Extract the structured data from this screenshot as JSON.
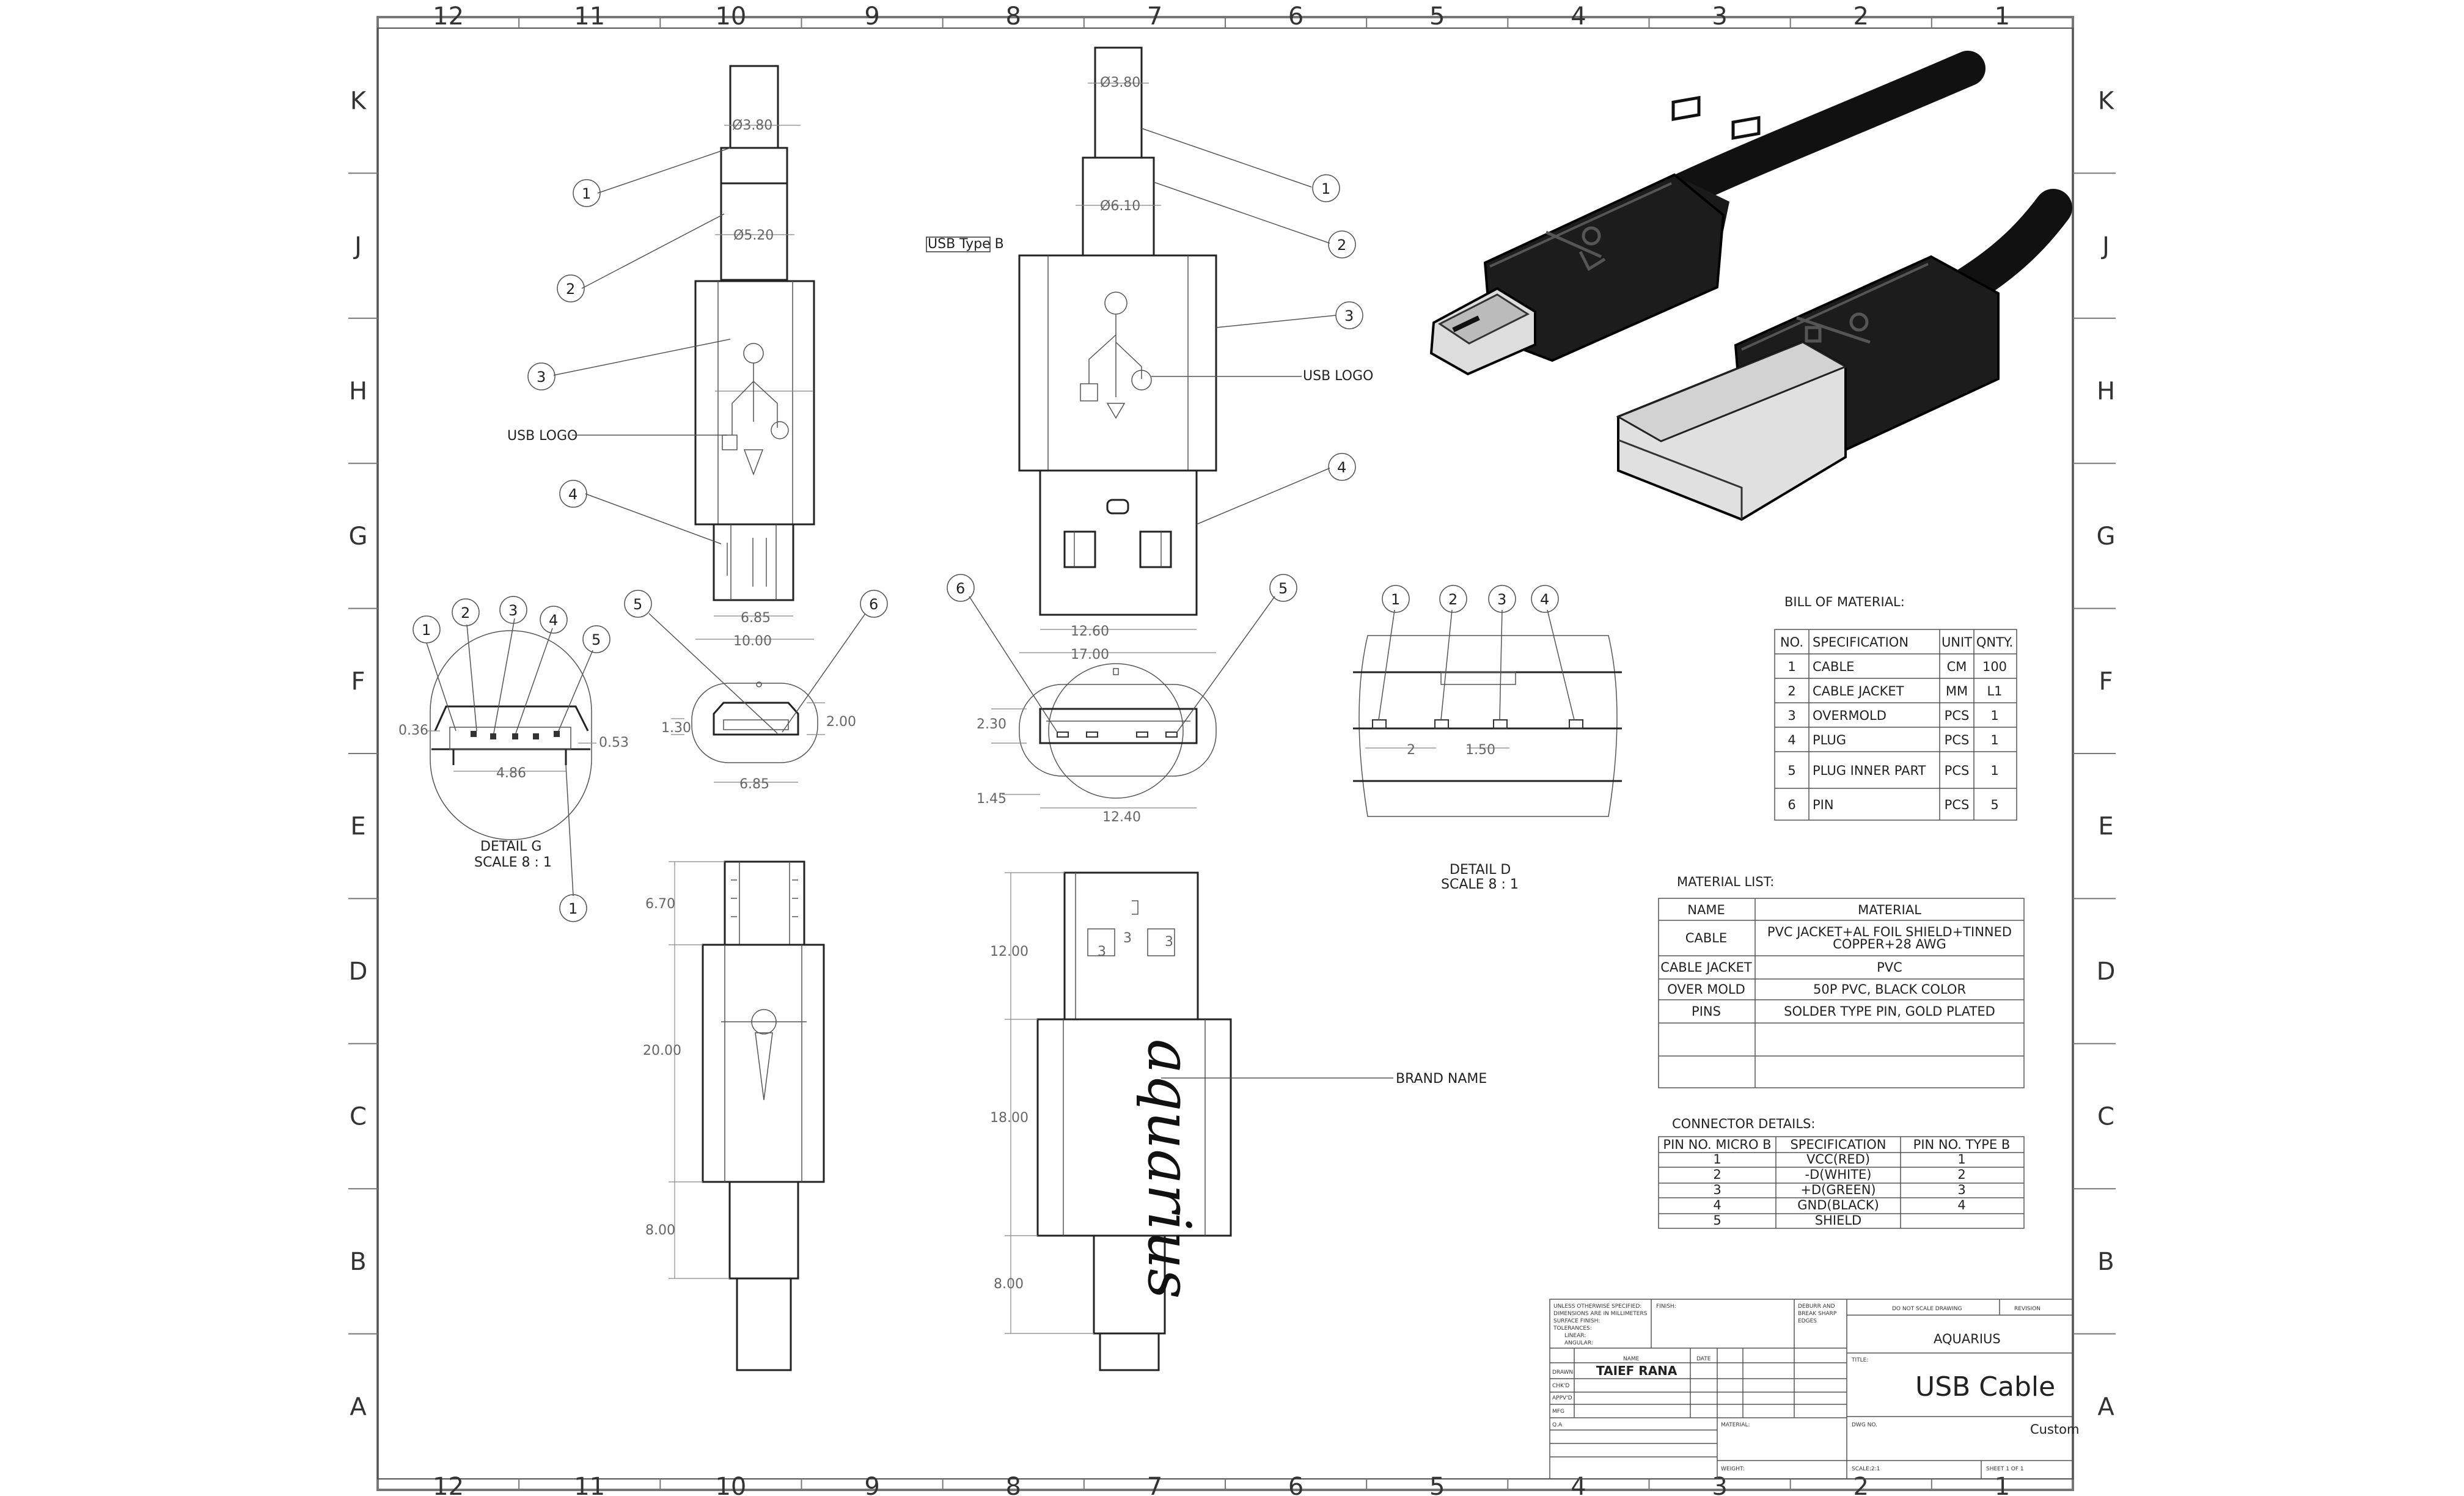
{
  "zones": {
    "columns": [
      "12",
      "11",
      "10",
      "9",
      "8",
      "7",
      "6",
      "5",
      "4",
      "3",
      "2",
      "1"
    ],
    "rows": [
      "K",
      "J",
      "H",
      "G",
      "F",
      "E",
      "D",
      "C",
      "B",
      "A"
    ]
  },
  "view_side": {
    "dims": {
      "d1": "Ø3.80",
      "d2": "Ø5.20",
      "w1": "6.85",
      "w2": "10.00"
    },
    "usb_logo": "USB LOGO",
    "balloons": [
      "1",
      "2",
      "3",
      "4"
    ]
  },
  "view_front": {
    "dims": {
      "d1": "Ø3.80",
      "d2": "Ø6.10"
    },
    "type_label": "USB Type B",
    "usb_logo": "USB LOGO",
    "balloons": [
      "1",
      "2",
      "3",
      "4"
    ]
  },
  "detail_g": {
    "dims": {
      "a": "0.36",
      "b": "0.53",
      "c": "4.86"
    },
    "balloons": [
      "1",
      "2",
      "3",
      "4",
      "5",
      "1"
    ],
    "caption": "DETAIL G",
    "scale": "SCALE 8 : 1"
  },
  "end_micro": {
    "dims": {
      "h1": "1.30",
      "h2": "2.00",
      "w": "6.85"
    },
    "balloons": [
      "5",
      "6"
    ]
  },
  "end_typea": {
    "dims": {
      "w1": "12.60",
      "w2": "17.00",
      "h": "2.30",
      "t": "1.45",
      "w3": "12.40"
    },
    "balloons": [
      "6",
      "5"
    ]
  },
  "detail_d": {
    "dims": {
      "p1": "2",
      "p2": "1.50"
    },
    "balloons": [
      "1",
      "2",
      "3",
      "4"
    ],
    "caption": "DETAIL D",
    "scale": "SCALE 8 : 1"
  },
  "lower_micro": {
    "dims": {
      "a": "6.70",
      "b": "20.00",
      "c": "8.00"
    }
  },
  "lower_typea": {
    "dims": {
      "a": "12.00",
      "b": "18.00",
      "c": "8.00",
      "s1": "3",
      "s2": "3",
      "s3": "3"
    },
    "brand_text": "aquarius",
    "brand_label": "BRAND NAME"
  },
  "bom": {
    "title": "BILL OF MATERIAL:",
    "headers": [
      "NO.",
      "SPECIFICATION",
      "UNIT",
      "QNTY."
    ],
    "rows": [
      [
        "1",
        "CABLE",
        "CM",
        "100"
      ],
      [
        "2",
        "CABLE JACKET",
        "MM",
        "L1"
      ],
      [
        "3",
        "OVERMOLD",
        "PCS",
        "1"
      ],
      [
        "4",
        "PLUG",
        "PCS",
        "1"
      ],
      [
        "5",
        "PLUG INNER PART",
        "PCS",
        "1"
      ],
      [
        "6",
        "PIN",
        "PCS",
        "5"
      ]
    ]
  },
  "materials": {
    "title": "MATERIAL LIST:",
    "headers": [
      "NAME",
      "MATERIAL"
    ],
    "rows": [
      [
        "CABLE",
        "PVC JACKET+AL FOIL SHIELD+TINNED",
        "COPPER+28 AWG"
      ],
      [
        "CABLE JACKET",
        "PVC",
        ""
      ],
      [
        "OVER MOLD",
        "50P PVC, BLACK COLOR",
        ""
      ],
      [
        "PINS",
        "SOLDER TYPE PIN, GOLD PLATED",
        ""
      ]
    ]
  },
  "connector": {
    "title": "CONNECTOR DETAILS:",
    "headers": [
      "PIN NO. MICRO B",
      "SPECIFICATION",
      "PIN NO. TYPE B"
    ],
    "rows": [
      [
        "1",
        "VCC(RED)",
        "1"
      ],
      [
        "2",
        "-D(WHITE)",
        "2"
      ],
      [
        "3",
        "+D(GREEN)",
        "3"
      ],
      [
        "4",
        "GND(BLACK)",
        "4"
      ],
      [
        "5",
        "SHIELD",
        ""
      ]
    ]
  },
  "title_block": {
    "tolerances": [
      "UNLESS OTHERWISE SPECIFIED:",
      "DIMENSIONS ARE IN MILLIMETERS",
      "SURFACE FINISH:",
      "TOLERANCES:",
      "LINEAR:",
      "ANGULAR:"
    ],
    "finish": "FINISH:",
    "deburr": [
      "DEBURR AND",
      "BREAK SHARP",
      "EDGES"
    ],
    "noscale": "DO NOT SCALE DRAWING",
    "revision": "REVISION",
    "company": "AQUARIUS",
    "name_hdr": "NAME",
    "date_hdr": "DATE",
    "roles": [
      "DRAWN",
      "CHK'D",
      "APPV'D",
      "MFG",
      "Q.A"
    ],
    "drawn_by": "TAIEF RANA",
    "title_lbl": "TITLE:",
    "title": "USB Cable",
    "material_lbl": "MATERIAL:",
    "dwg_lbl": "DWG NO.",
    "size": "Custom",
    "weight_lbl": "WEIGHT:",
    "scale_lbl": "SCALE:2:1",
    "sheet_lbl": "SHEET 1 OF 1"
  }
}
